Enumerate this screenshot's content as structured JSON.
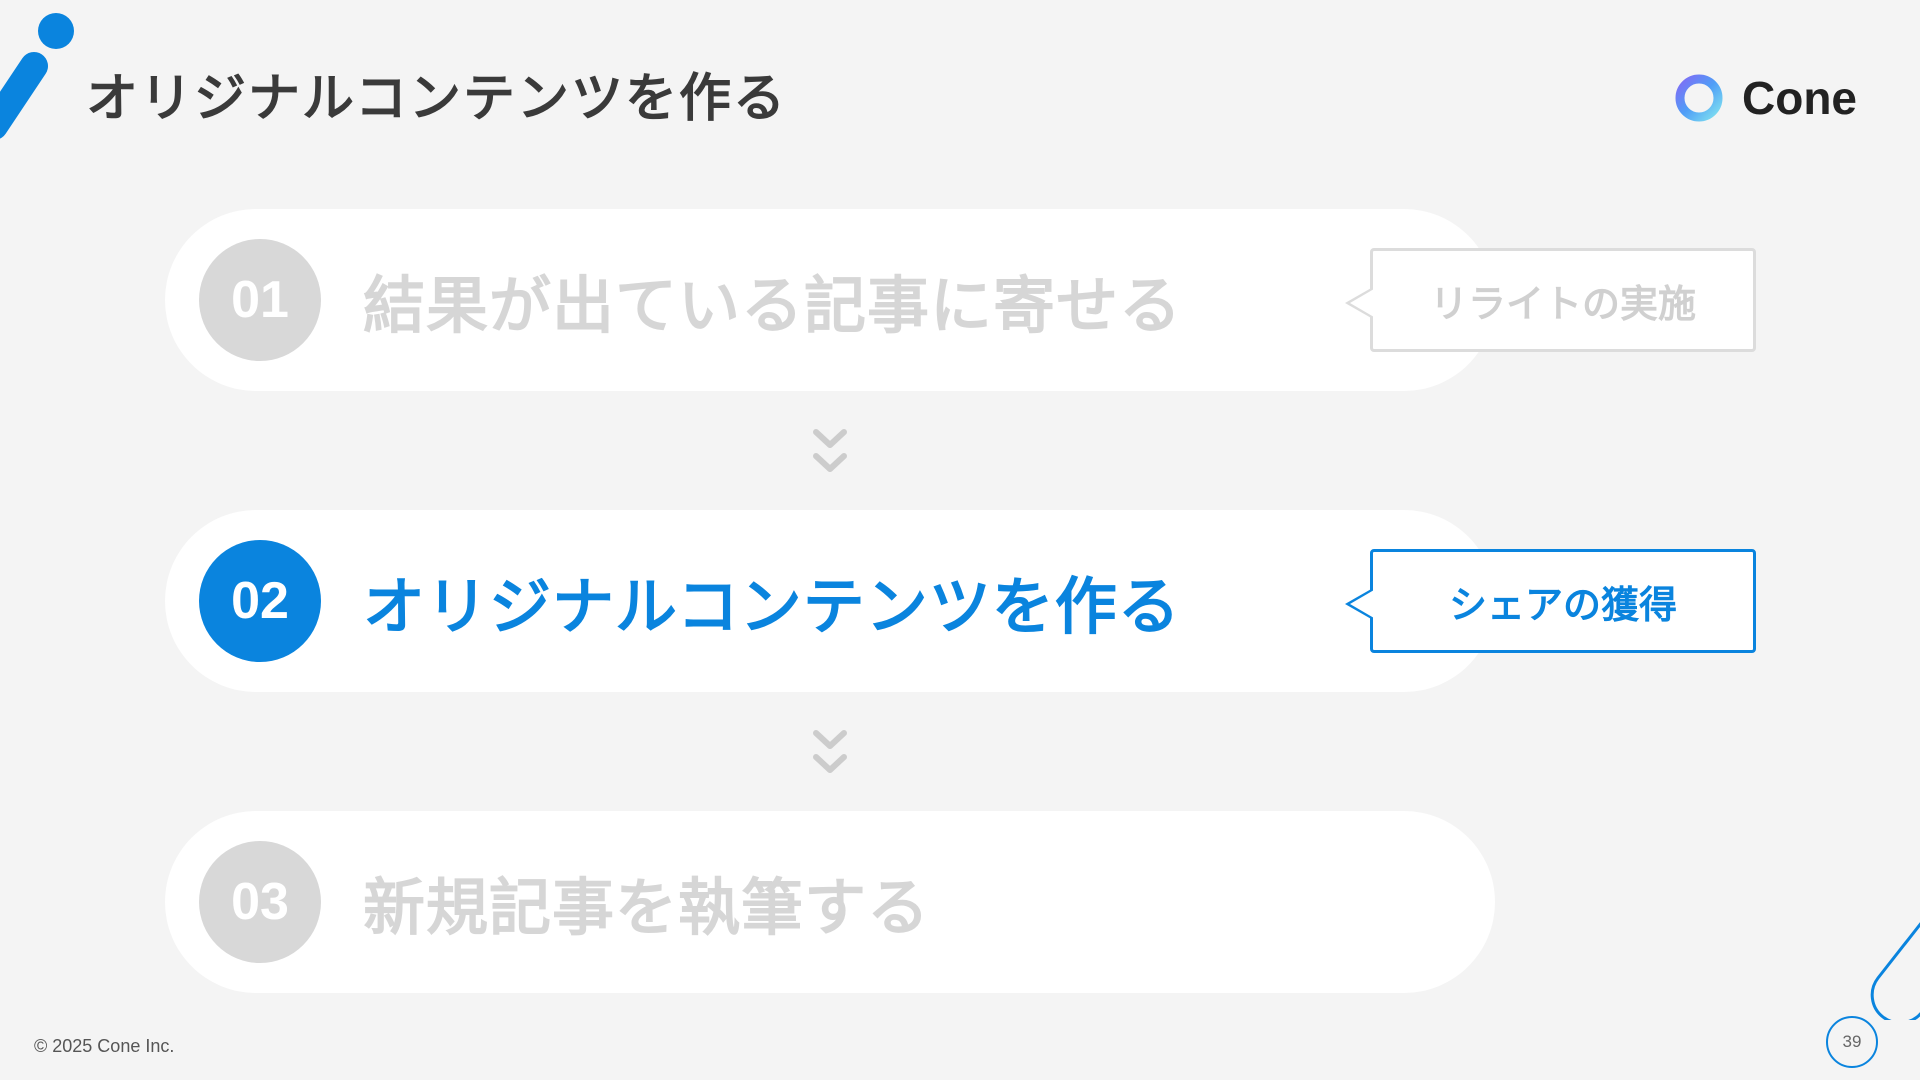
{
  "header": {
    "title": "オリジナルコンテンツを作る"
  },
  "logo": {
    "text": "Cone",
    "icon": "ring-logo-icon"
  },
  "steps": [
    {
      "number": "01",
      "label": "結果が出ている記事に寄せる",
      "callout": "リライトの実施",
      "active": false
    },
    {
      "number": "02",
      "label": "オリジナルコンテンツを作る",
      "callout": "シェアの獲得",
      "active": true
    },
    {
      "number": "03",
      "label": "新規記事を執筆する",
      "active": false
    }
  ],
  "connectors": {
    "icon": "double-chevron-down-icon"
  },
  "footer": {
    "copyright": "© 2025 Cone Inc.",
    "page_number": "39"
  },
  "colors": {
    "accent": "#0a84de",
    "inactive": "#d6d6d6",
    "background": "#f4f4f4",
    "card": "#ffffff"
  }
}
